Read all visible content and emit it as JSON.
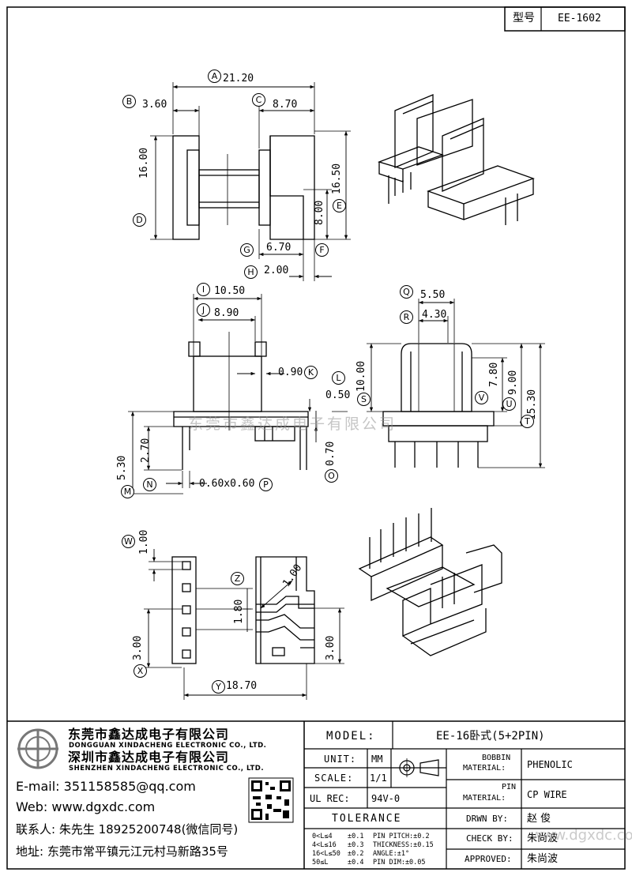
{
  "header": {
    "model_label": "型号",
    "model_code": "EE-1602"
  },
  "dimensions": {
    "A": "21.20",
    "B": "3.60",
    "C": "8.70",
    "D": "16.00",
    "E": "16.50",
    "F": "8.00",
    "G": "6.70",
    "H": "2.00",
    "I": "10.50",
    "J": "8.90",
    "K": "0.90",
    "L": "0.50",
    "M": "5.30",
    "N": "2.70",
    "O": "0.70",
    "P": "0.60x0.60",
    "Q": "5.50",
    "R": "4.30",
    "S": "10.00",
    "T": "15.30",
    "U": "9.00",
    "V": "7.80",
    "W": "1.00",
    "X": "3.00",
    "X2": "3.00",
    "Y": "18.70",
    "Z": "1.80",
    "Z2": "1.00"
  },
  "letters": [
    "A",
    "B",
    "C",
    "D",
    "E",
    "F",
    "G",
    "H",
    "I",
    "J",
    "K",
    "L",
    "M",
    "N",
    "O",
    "P",
    "Q",
    "R",
    "S",
    "T",
    "U",
    "V",
    "W",
    "X",
    "Y",
    "Z"
  ],
  "company": {
    "name_cn_1": "东莞市鑫达成电子有限公司",
    "name_en_1": "DONGGUAN XINDACHENG ELECTRONIC CO., LTD.",
    "name_cn_2": "深圳市鑫达成电子有限公司",
    "name_en_2": "SHENZHEN XINDACHENG ELECTRONIC CO., LTD.",
    "email": "E-mail: 351158585@qq.com",
    "web": "Web: www.dgxdc.com",
    "contact": "联系人: 朱先生 18925200748(微信同号)",
    "address": "地址: 东莞市常平镇元江元村马新路35号"
  },
  "title_block": {
    "model_label": "MODEL:",
    "model_value": "EE-16卧式(5+2PIN)",
    "unit_label": "UNIT:",
    "unit_value": "MM",
    "scale_label": "SCALE:",
    "scale_value": "1/1",
    "ul_label": "UL REC:",
    "ul_value": "94V-0",
    "tolerance_label": "TOLERANCE",
    "bobbin_label_1": "BOBBIN",
    "bobbin_label_2": "MATERIAL:",
    "bobbin_value": "PHENOLIC",
    "pin_label_1": "PIN",
    "pin_label_2": "MATERIAL:",
    "pin_value": "CP WIRE",
    "drawn_label": "DRWN BY:",
    "drawn_value": "赵 俊",
    "check_label": "CHECK BY:",
    "check_value": "朱尚波",
    "approved_label": "APPROVED:",
    "approved_value": "朱尚波",
    "tol_rows": [
      {
        "range": "0<L≤4",
        "tol": "±0.1",
        "spec": "PIN PITCH:±0.2"
      },
      {
        "range": "4<L≤16",
        "tol": "±0.3",
        "spec": "THICKNESS:±0.15"
      },
      {
        "range": "16<L≤50",
        "tol": "±0.2",
        "spec": "ANGLE:±1°"
      },
      {
        "range": "50≤L",
        "tol": "±0.4",
        "spec": "PIN DIM:±0.05"
      }
    ]
  },
  "watermark": "东莞市鑫达成电子有限公司",
  "watermark_site": "www.dgxdc.com"
}
